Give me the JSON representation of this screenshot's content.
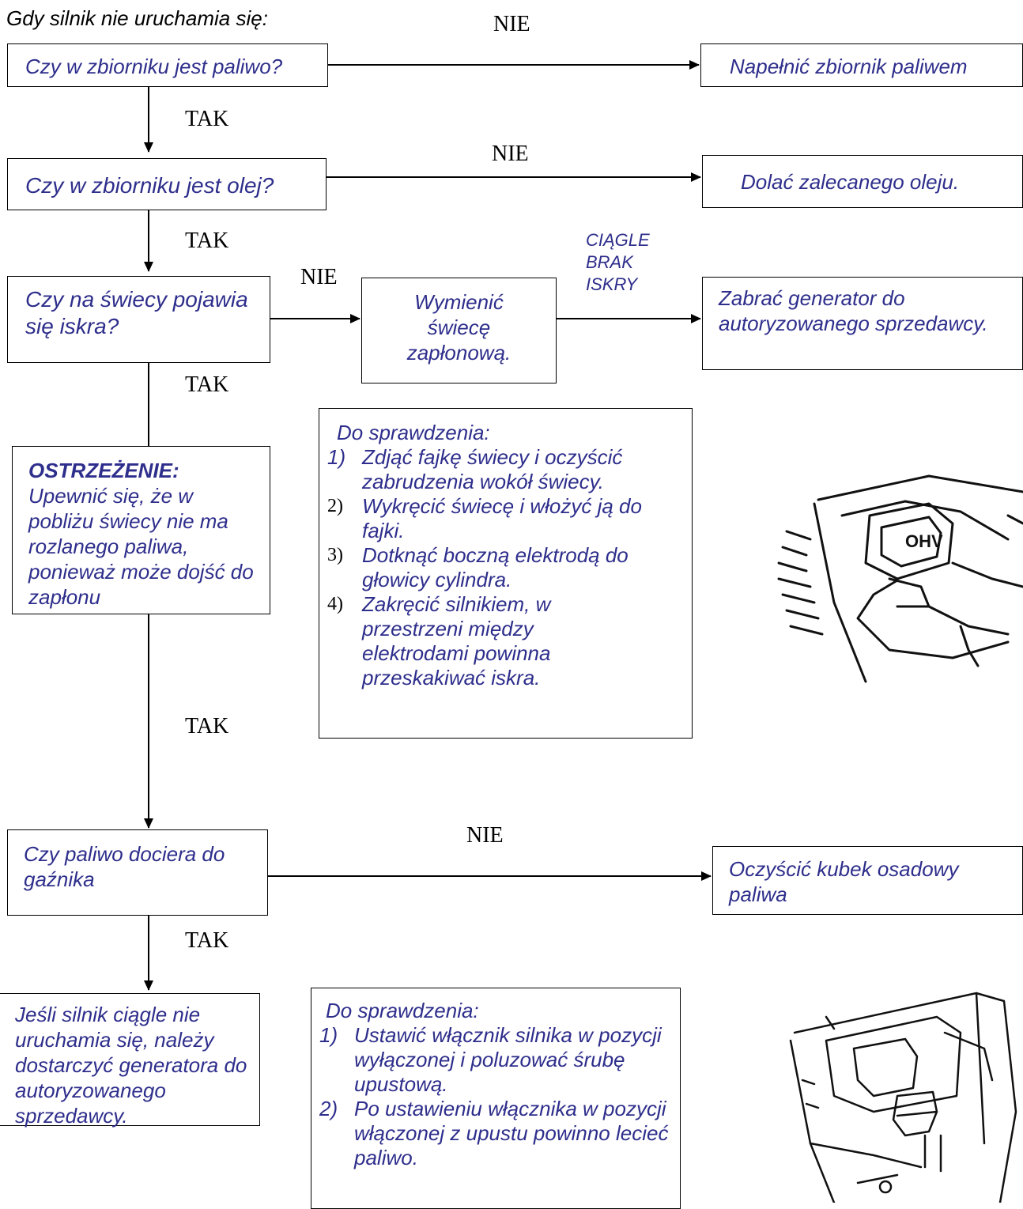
{
  "heading": "Gdy silnik nie uruchamia się:",
  "nodes": {
    "fuel_check": "Czy w zbiorniku jest paliwo?",
    "fuel_action": "Napełnić zbiornik paliwem",
    "oil_check": "Czy w zbiorniku jest olej?",
    "oil_action": "Dolać zalecanego oleju.",
    "spark_check": "Czy na świecy pojawia się iskra?",
    "spark_replace": "Wymienić świecę zapłonową.",
    "spark_dealer": "Zabrać generator do autoryzowanego sprzedawcy.",
    "warning_title": "OSTRZEŻENIE:",
    "warning_text": "Upewnić się, że w pobliżu świecy nie ma rozlanego paliwa, ponieważ może dojść do zapłonu",
    "carb_check": "Czy paliwo dociera do gaźnika",
    "carb_action": "Oczyścić kubek osadowy paliwa",
    "final": "Jeśli silnik ciągle nie uruchamia się, należy dostarczyć generatora do autoryzowanego sprzedawcy."
  },
  "edge_labels": {
    "no": "NIE",
    "yes": "TAK",
    "still_no_spark": "CIĄGLE BRAK ISKRY"
  },
  "check_box_1": {
    "title": "Do sprawdzenia:",
    "items": [
      {
        "num": "1)",
        "text": "Zdjąć fajkę świecy i oczyścić zabrudzenia wokół świecy."
      },
      {
        "num": "2)",
        "text": "Wykręcić świecę i włożyć ją do fajki."
      },
      {
        "num": "3)",
        "text": "Dotknąć boczną elektrodą do głowicy cylindra."
      },
      {
        "num": "4)",
        "text": "Zakręcić silnikiem, w przestrzeni między elektrodami powinna przeskakiwać iskra."
      }
    ]
  },
  "check_box_2": {
    "title": "Do sprawdzenia:",
    "items": [
      {
        "num": "1)",
        "text": "Ustawić włącznik silnika w pozycji wyłączonej i poluzować śrubę upustową."
      },
      {
        "num": "2)",
        "text": "Po ustawieniu włącznika w pozycji włączonej z upustu powinno lecieć paliwo."
      }
    ]
  },
  "illustrations": {
    "spark_plug": "spark-plug-illustration",
    "fuel_cup": "fuel-cup-illustration",
    "spark_plug_badge": "OHV"
  },
  "colors": {
    "text_blue": "#2e2e8c",
    "line": "#000000"
  }
}
